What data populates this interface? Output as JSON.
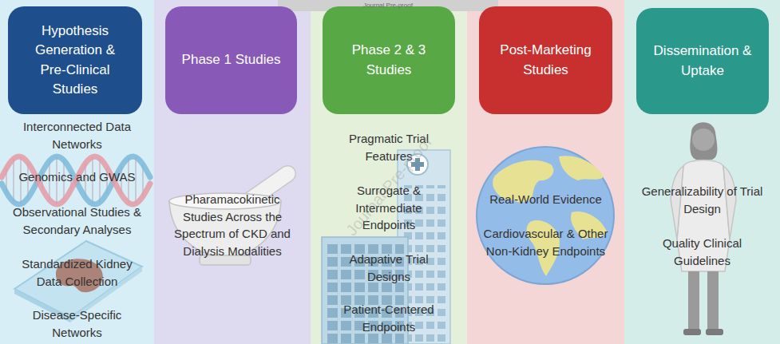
{
  "diagram": {
    "nodes": [
      {
        "text": [
          "Interconnected Data Networks",
          "Genomics and GWAS",
          "Observational Studies & Secondary Analyses",
          "Standardized Kidney Data Collection",
          "Disease-Specific Networks"
        ]
      },
      {
        "text": [
          "Hypothesis Generation & Pre-Clinical Studies"
        ],
        "in": 0
      },
      {
        "text": [
          "Pharamacokinetic Studies Across the Spectrum of CKD and Dialysis Modalities"
        ]
      },
      {
        "text": [
          "Phase 1 Studies"
        ],
        "in": 2
      },
      {
        "text": [
          "Pragmatic Trial Features",
          "Surrogate & Intermediate Endpoints",
          "Adapative Trial Designs",
          "Patient-Centered Endpoints"
        ]
      },
      {
        "text": [
          "Phase 2 & 3 Studies"
        ],
        "in": 4
      },
      {
        "text": [
          "Real-World Evidence",
          "Cardiovascular & Other Non-Kidney Endpoints"
        ]
      },
      {
        "text": [
          "Post-Marketing Studies"
        ],
        "in": 6
      },
      {
        "text": [
          "Generalizability of Trial Design",
          "Quality Clinical Guidelines"
        ]
      },
      {
        "text": [
          "Dissemination & Uptake"
        ],
        "in": 8
      }
    ],
    "labels": [
      "Journal Pre-proof",
      "Journal Pre-proof"
    ]
  }
}
